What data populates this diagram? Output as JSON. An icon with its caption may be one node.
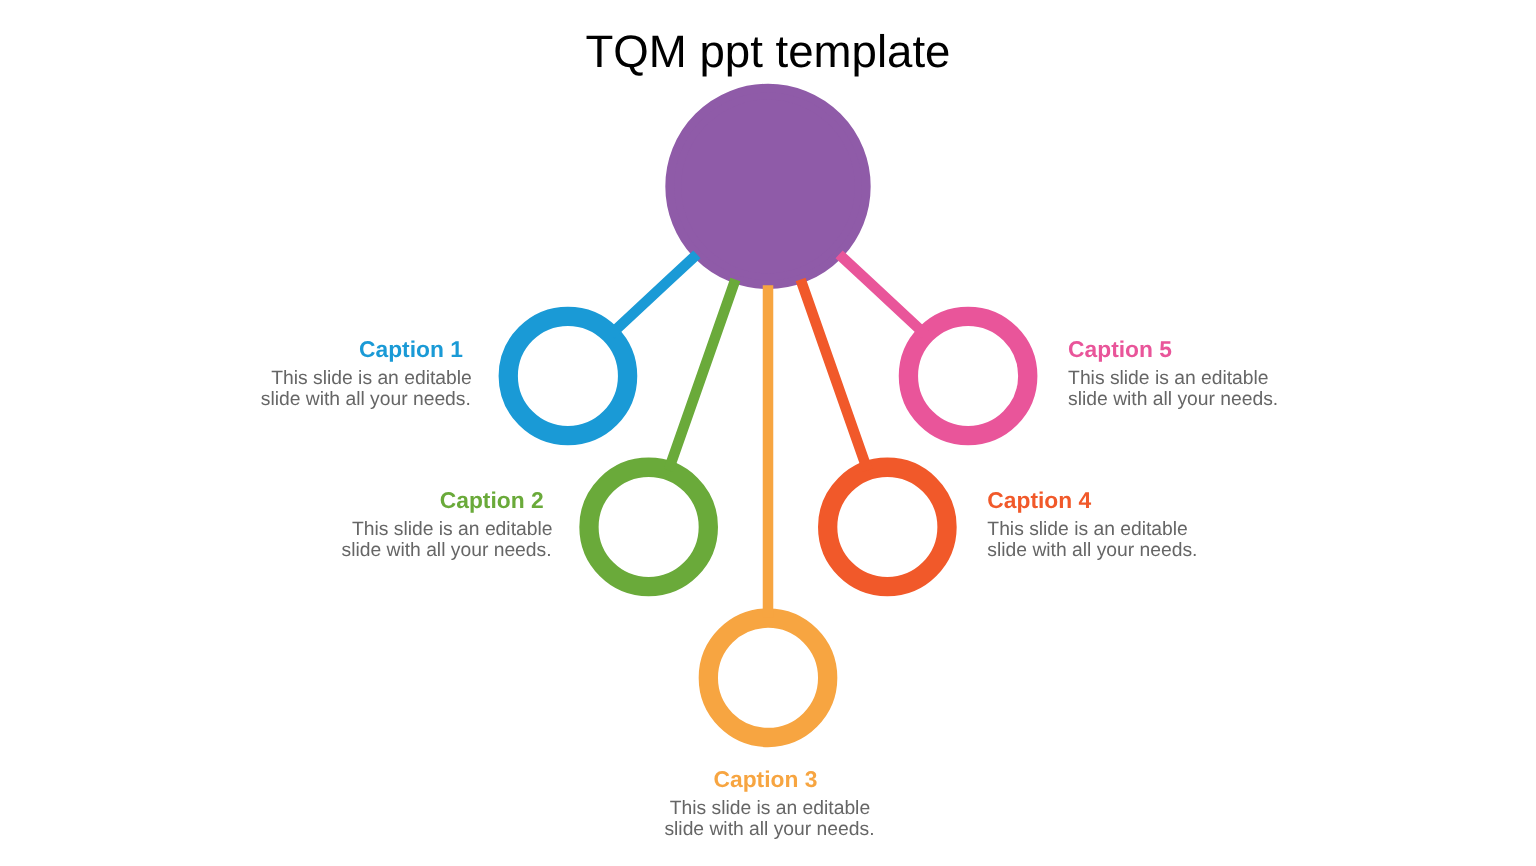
{
  "diagram": {
    "title": "TQM ppt template",
    "nodes": [
      {
        "text": [],
        "shape": "circle"
      },
      {
        "text": [],
        "shape": "circle",
        "beside": [
          "Caption 1",
          "This slide is an editable slide with all your needs."
        ]
      },
      {
        "text": [],
        "shape": "circle",
        "beside": [
          "Caption 2",
          "This slide is an editable slide with all your needs."
        ]
      },
      {
        "text": [],
        "shape": "circle",
        "beside": [
          "Caption 3",
          "This slide is an editable slide with all your needs."
        ]
      },
      {
        "text": [],
        "shape": "circle",
        "beside": [
          "Caption 4",
          "This slide is an editable slide with all your needs."
        ]
      },
      {
        "text": [],
        "shape": "circle",
        "beside": [
          "Caption 5",
          "This slide is an editable slide with all your needs."
        ]
      }
    ],
    "edges": [
      {
        "from": 0,
        "to": 1,
        "arrow": "none",
        "color": "#1a9ad6"
      },
      {
        "from": 0,
        "to": 2,
        "arrow": "none",
        "color": "#6aaa3a"
      },
      {
        "from": 0,
        "to": 3,
        "arrow": "none",
        "color": "#f7a541"
      },
      {
        "from": 0,
        "to": 4,
        "arrow": "none",
        "color": "#f1592a"
      },
      {
        "from": 0,
        "to": 5,
        "arrow": "none",
        "color": "#e9559a"
      }
    ]
  }
}
